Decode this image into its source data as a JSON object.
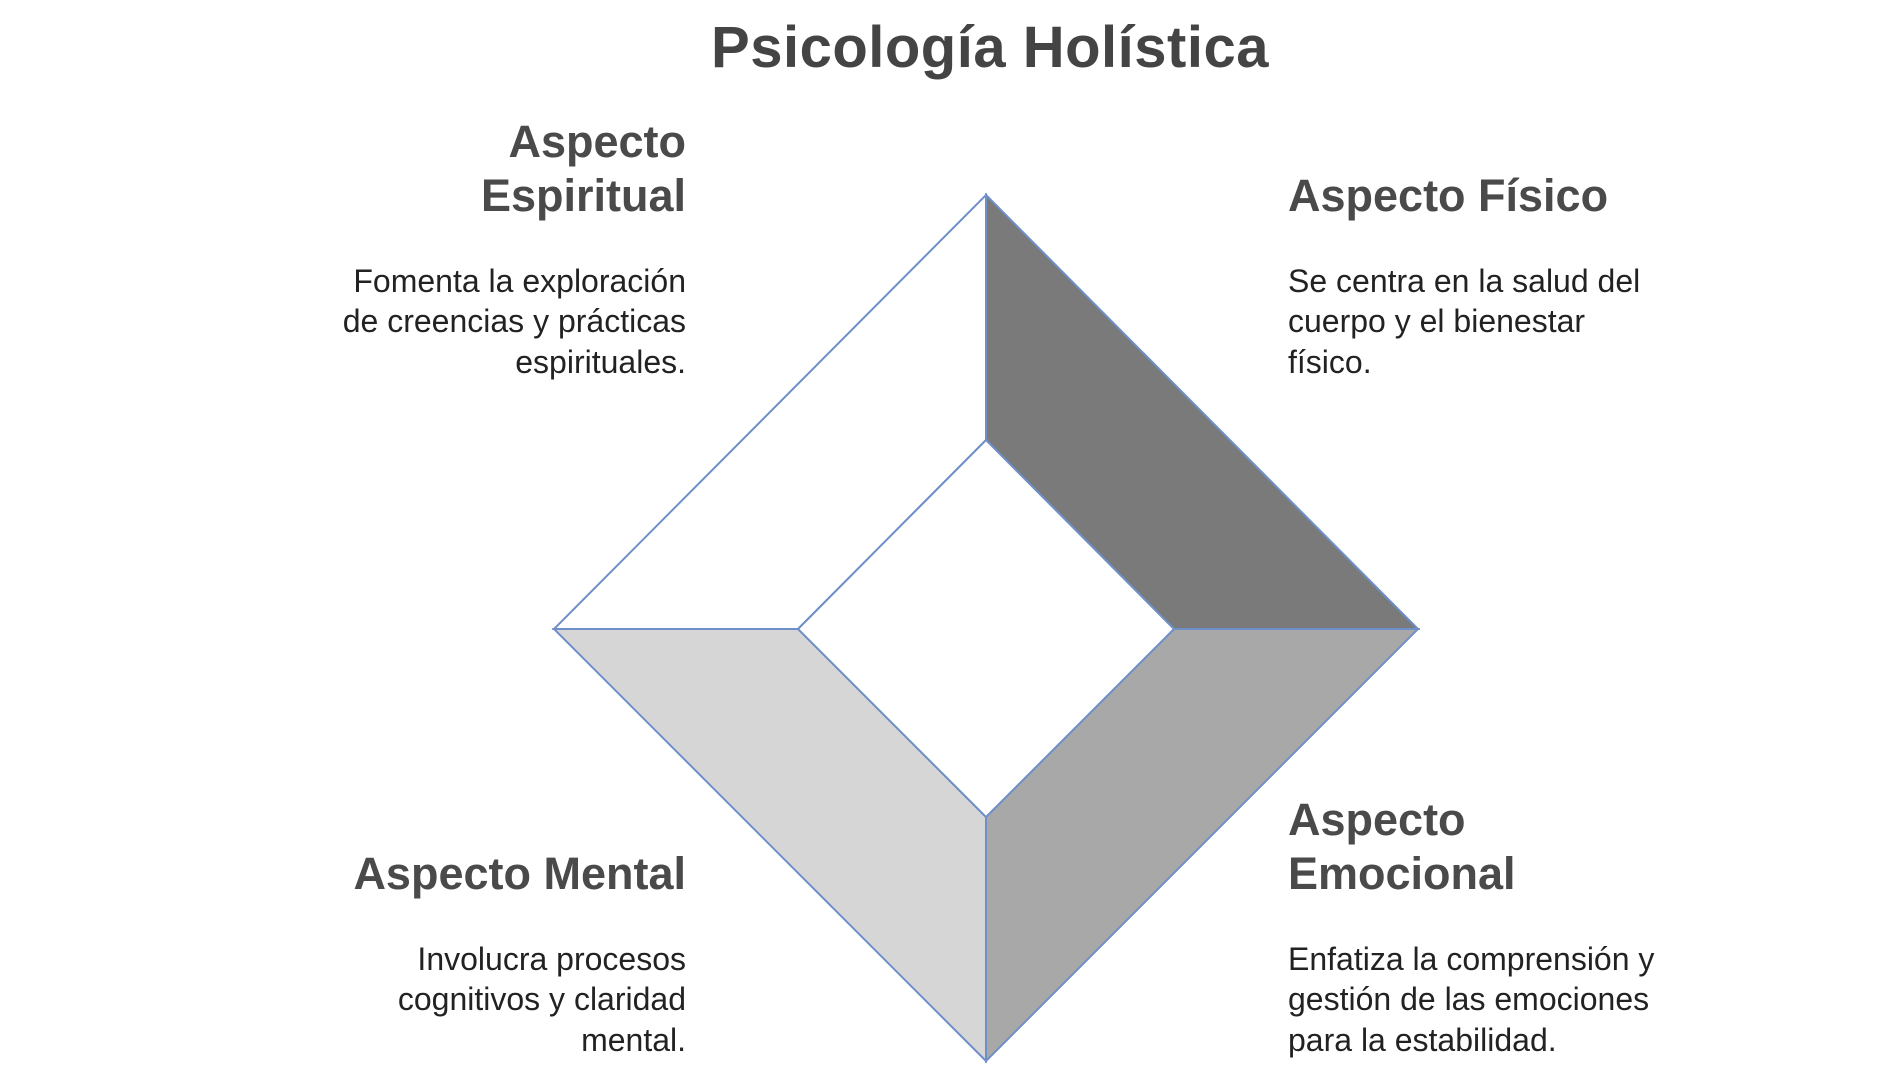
{
  "title": "Psicología Holística",
  "aspects": {
    "spiritual": {
      "heading_line1": "Aspecto",
      "heading_line2": "Espiritual",
      "desc_line1": "Fomenta la exploración",
      "desc_line2": "de creencias y prácticas",
      "desc_line3": "espirituales.",
      "fill": "#ffffff"
    },
    "physical": {
      "heading": "Aspecto Físico",
      "desc_line1": "Se centra en la salud del",
      "desc_line2": "cuerpo y el bienestar",
      "desc_line3": "físico.",
      "fill": "#7a7a7a"
    },
    "mental": {
      "heading": "Aspecto Mental",
      "desc_line1": "Involucra procesos",
      "desc_line2": "cognitivos y claridad",
      "desc_line3": "mental.",
      "fill": "#d6d6d6"
    },
    "emotional": {
      "heading_line1": "Aspecto",
      "heading_line2": "Emocional",
      "desc_line1": "Enfatiza la comprensión y",
      "desc_line2": "gestión de las emociones",
      "desc_line3": "para la estabilidad.",
      "fill": "#a8a8a8"
    }
  },
  "colors": {
    "outline": "#6f8fc8",
    "text": "#404040"
  }
}
